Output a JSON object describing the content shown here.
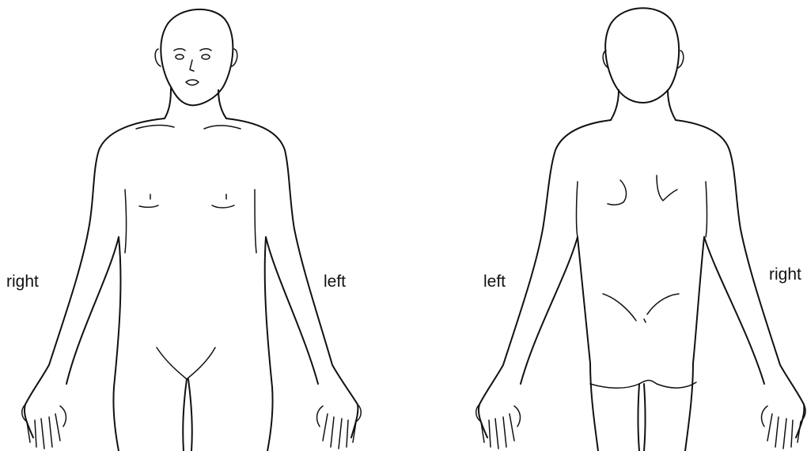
{
  "front_view": {
    "right_label": "right",
    "left_label": "left"
  },
  "back_view": {
    "left_label": "left",
    "right_label": "right"
  }
}
